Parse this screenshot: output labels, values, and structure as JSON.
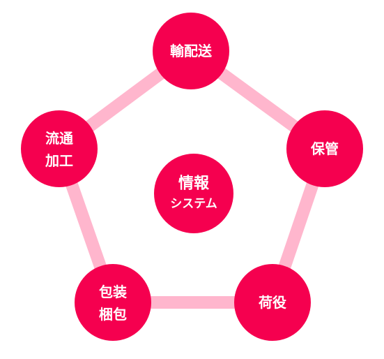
{
  "colors": {
    "node_fill": "#f5004f",
    "ring_stroke": "#ffb6cd",
    "text": "#ffffff"
  },
  "center": {
    "lines": [
      "情報",
      "システム"
    ]
  },
  "nodes": [
    {
      "id": "transport",
      "lines": [
        "輸配送"
      ]
    },
    {
      "id": "storage",
      "lines": [
        "保管"
      ]
    },
    {
      "id": "cargo-handling",
      "lines": [
        "荷役"
      ]
    },
    {
      "id": "packaging",
      "lines": [
        "包装",
        "梱包"
      ]
    },
    {
      "id": "processing",
      "lines": [
        "流通",
        "加工"
      ]
    }
  ]
}
